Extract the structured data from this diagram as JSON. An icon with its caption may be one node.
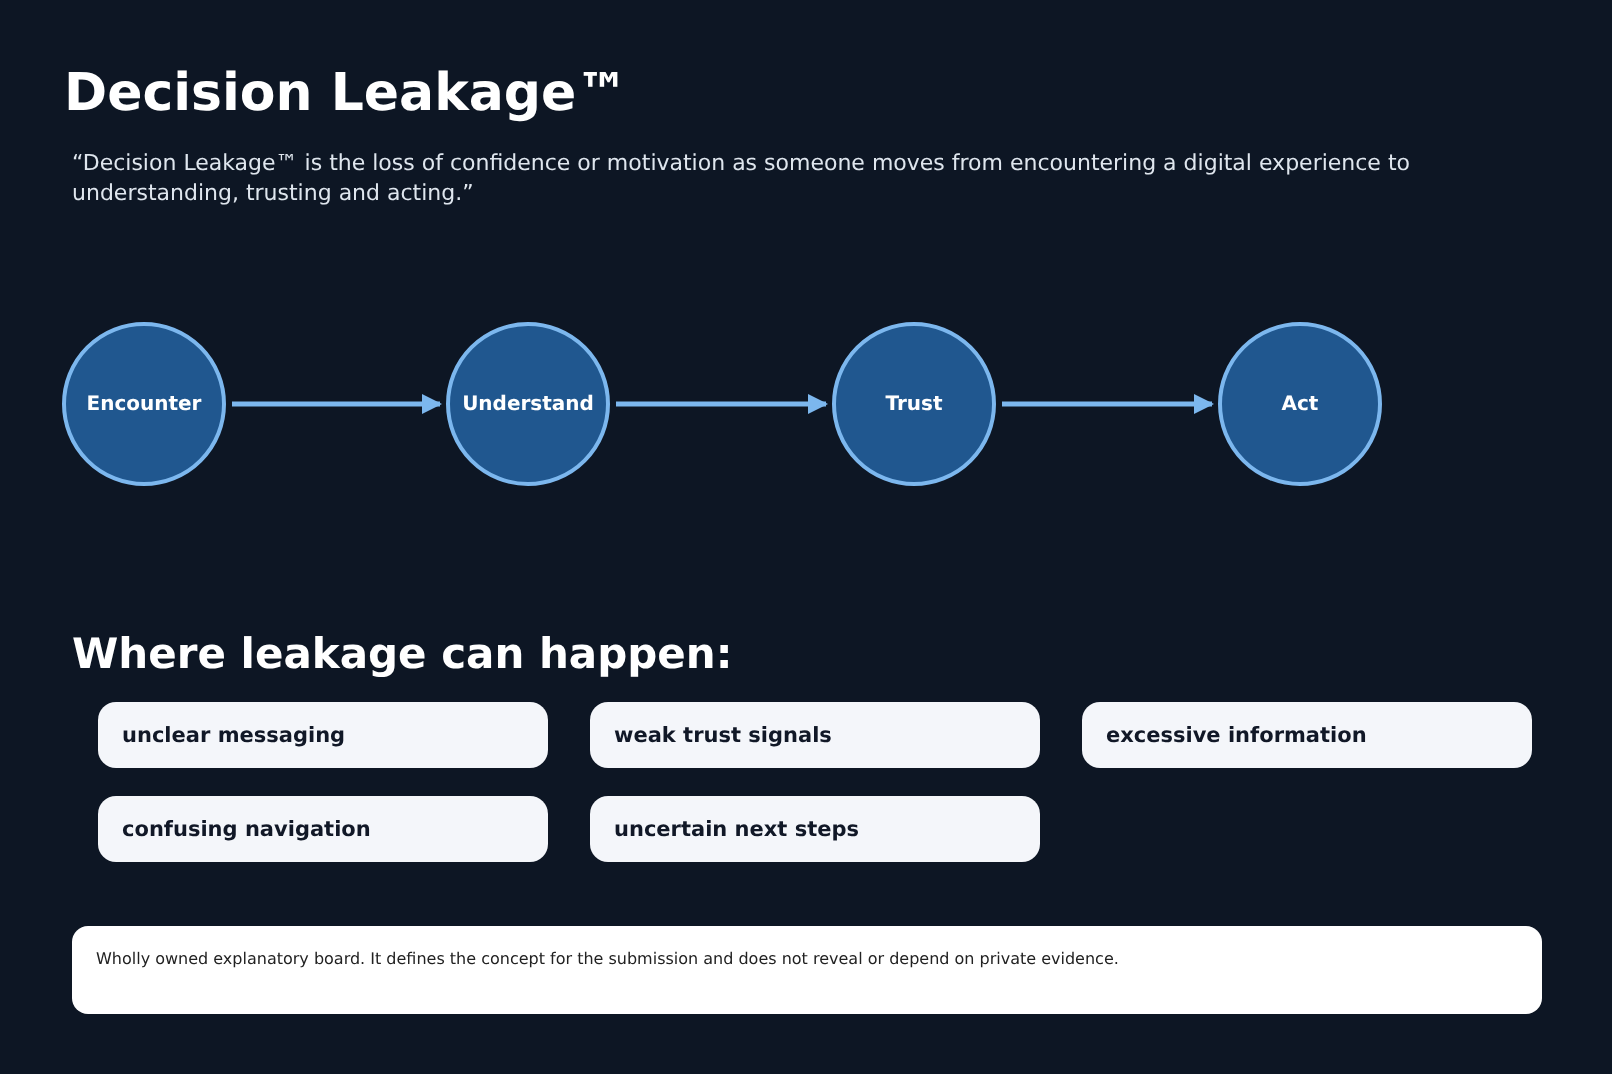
{
  "diagram": {
    "title": "Decision Leakage™",
    "nodes": [
      {
        "text": [
          "Encounter"
        ]
      },
      {
        "text": [
          "Understand"
        ]
      },
      {
        "text": [
          "Trust"
        ]
      },
      {
        "text": [
          "Act"
        ]
      },
      {
        "text": [
          "unclear messaging"
        ]
      },
      {
        "text": [
          "weak trust signals"
        ]
      },
      {
        "text": [
          "excessive information"
        ]
      },
      {
        "text": [
          "confusing navigation"
        ]
      },
      {
        "text": [
          "uncertain next steps"
        ]
      },
      {
        "text": [
          "Wholly owned explanatory board. It defines the concept for the submission and does not reveal or depend on private evidence."
        ]
      }
    ],
    "edges": [
      {
        "from": 0,
        "to": 1,
        "arrow": "to"
      },
      {
        "from": 1,
        "to": 2,
        "arrow": "to"
      },
      {
        "from": 2,
        "to": 3,
        "arrow": "to"
      }
    ],
    "labels": [
      "“Decision Leakage™ is the loss of confidence or motivation as someone moves from encountering a digital experience to understanding, trusting and acting.”",
      "Where leakage can happen:"
    ]
  }
}
